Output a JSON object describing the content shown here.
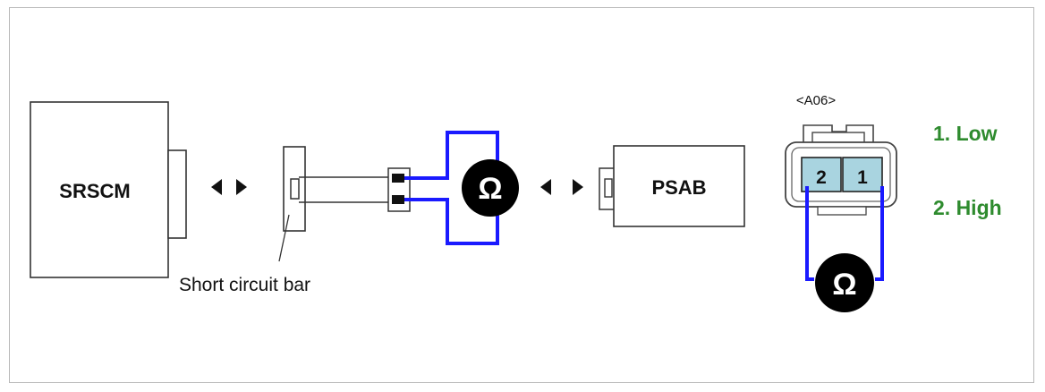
{
  "diagram": {
    "srscm_label": "SRSCM",
    "psab_label": "PSAB",
    "short_bar_label": "Short circuit bar",
    "connector_label": "<A06>",
    "pin_2": "2",
    "pin_1": "1",
    "legend": {
      "item_1": "1. Low",
      "item_2": "2. High"
    },
    "ohm_symbol": "Ω",
    "arrow_left": "◀",
    "arrow_right": "▶"
  },
  "colors": {
    "wire": "#1a1aff",
    "legend_text": "#2e8b2e",
    "connector_fill": "#a9d4e0",
    "meter_fill": "#000000"
  }
}
